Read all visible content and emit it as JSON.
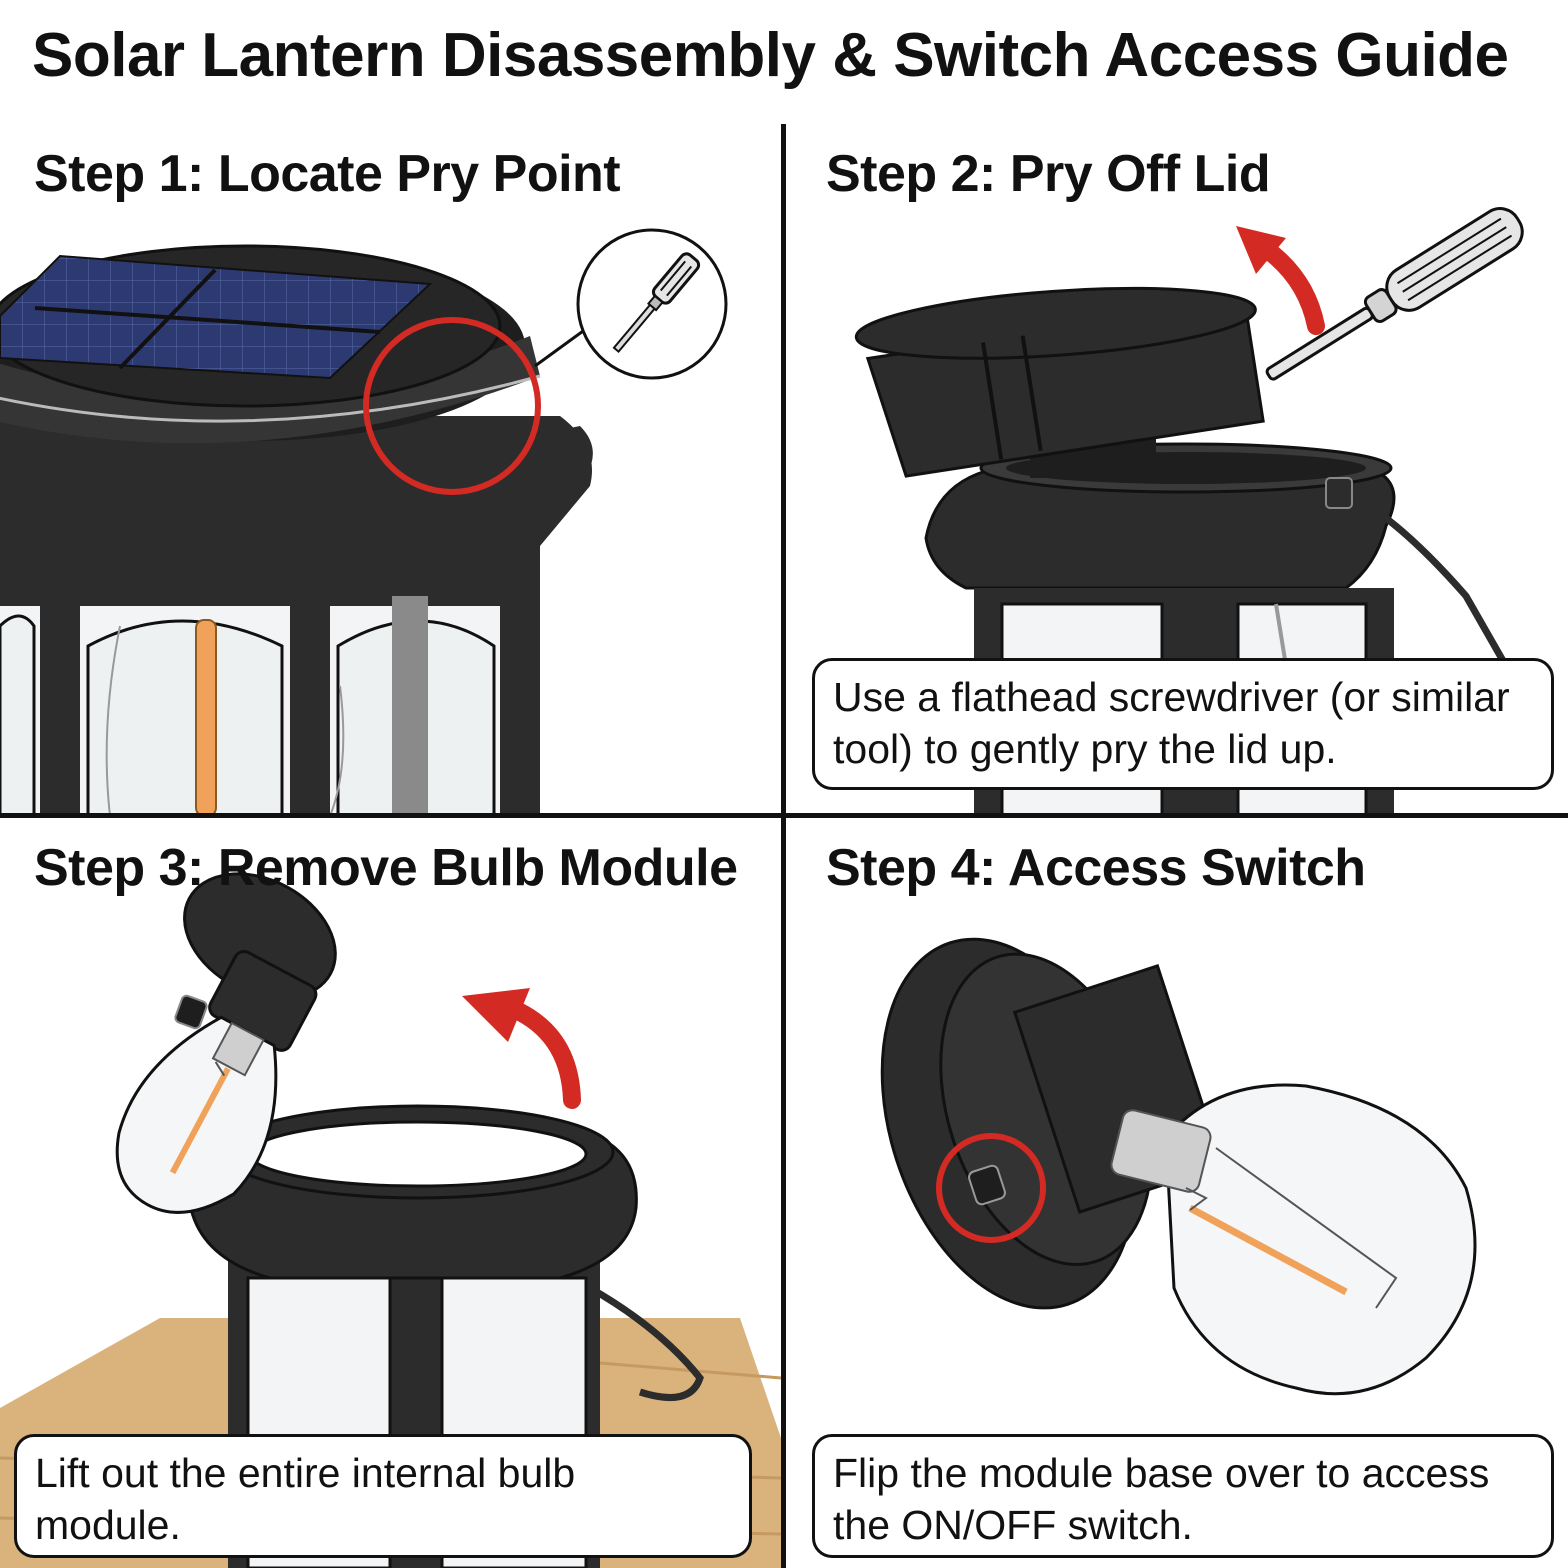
{
  "title": "Solar Lantern Disassembly & Switch Access Guide",
  "steps": [
    {
      "title": "Step 1: Locate Pry Point",
      "caption": ""
    },
    {
      "title": "Step 2: Pry Off Lid",
      "caption": "Use a flathead screwdriver (or similar tool) to gently pry the lid up."
    },
    {
      "title": "Step 3: Remove Bulb Module",
      "caption": "Lift out the entire internal bulb module."
    },
    {
      "title": "Step 4: Access Switch",
      "caption": "Flip the module base over to access the ON/OFF switch."
    }
  ],
  "colors": {
    "highlight_red": "#d42a24",
    "lantern_black": "#2c2c2c",
    "solar_blue": "#2d3a72",
    "filament": "#f0a25a",
    "wood": "#d9b27c"
  },
  "icons": [
    "screwdriver-icon",
    "lift-arrow-icon",
    "switch-icon"
  ]
}
